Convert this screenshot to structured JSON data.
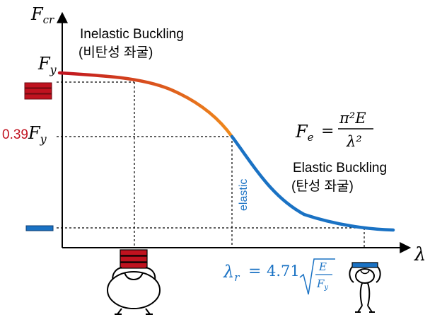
{
  "axes": {
    "y_symbol": "F",
    "y_subscript": "cr",
    "x_symbol": "λ"
  },
  "labels": {
    "fy_symbol": "F",
    "fy_subscript": "y",
    "coef_039": "0.39",
    "coef_039_symbol": "F",
    "coef_039_subscript": "y",
    "inelastic_line1": "Inelastic Buckling",
    "inelastic_line2": "(비탄성 좌굴)",
    "elastic_line1": "Elastic Buckling",
    "elastic_line2": "(탄성 좌굴)",
    "elastic_tag": "elastic"
  },
  "formulas": {
    "fe_lhs_symbol": "F",
    "fe_lhs_subscript": "e",
    "fe_equals": "=",
    "fe_numerator": "π²E",
    "fe_denominator": "λ²",
    "lambda_r_symbol": "λ",
    "lambda_r_subscript": "r",
    "lambda_r_equals": "=",
    "lambda_r_coef": "4.71",
    "sqrt_numerator": "E",
    "sqrt_denominator_symbol": "F",
    "sqrt_denominator_subscript": "y"
  },
  "colors": {
    "inelastic_start": "#c0121f",
    "inelastic_end": "#f08a1c",
    "elastic": "#1a72c4",
    "weight_red": "#c0121f",
    "weight_blue": "#1a72c4",
    "text_red": "#c0121f",
    "text_blue": "#1a72c4",
    "axis": "#000000"
  },
  "icons": {
    "heavy_weight": "heavy-stacked-weight-icon",
    "light_weight": "light-weight-icon",
    "stocky_column_person": "stocky-figure-icon",
    "slender_column_person": "slender-figure-icon"
  }
}
